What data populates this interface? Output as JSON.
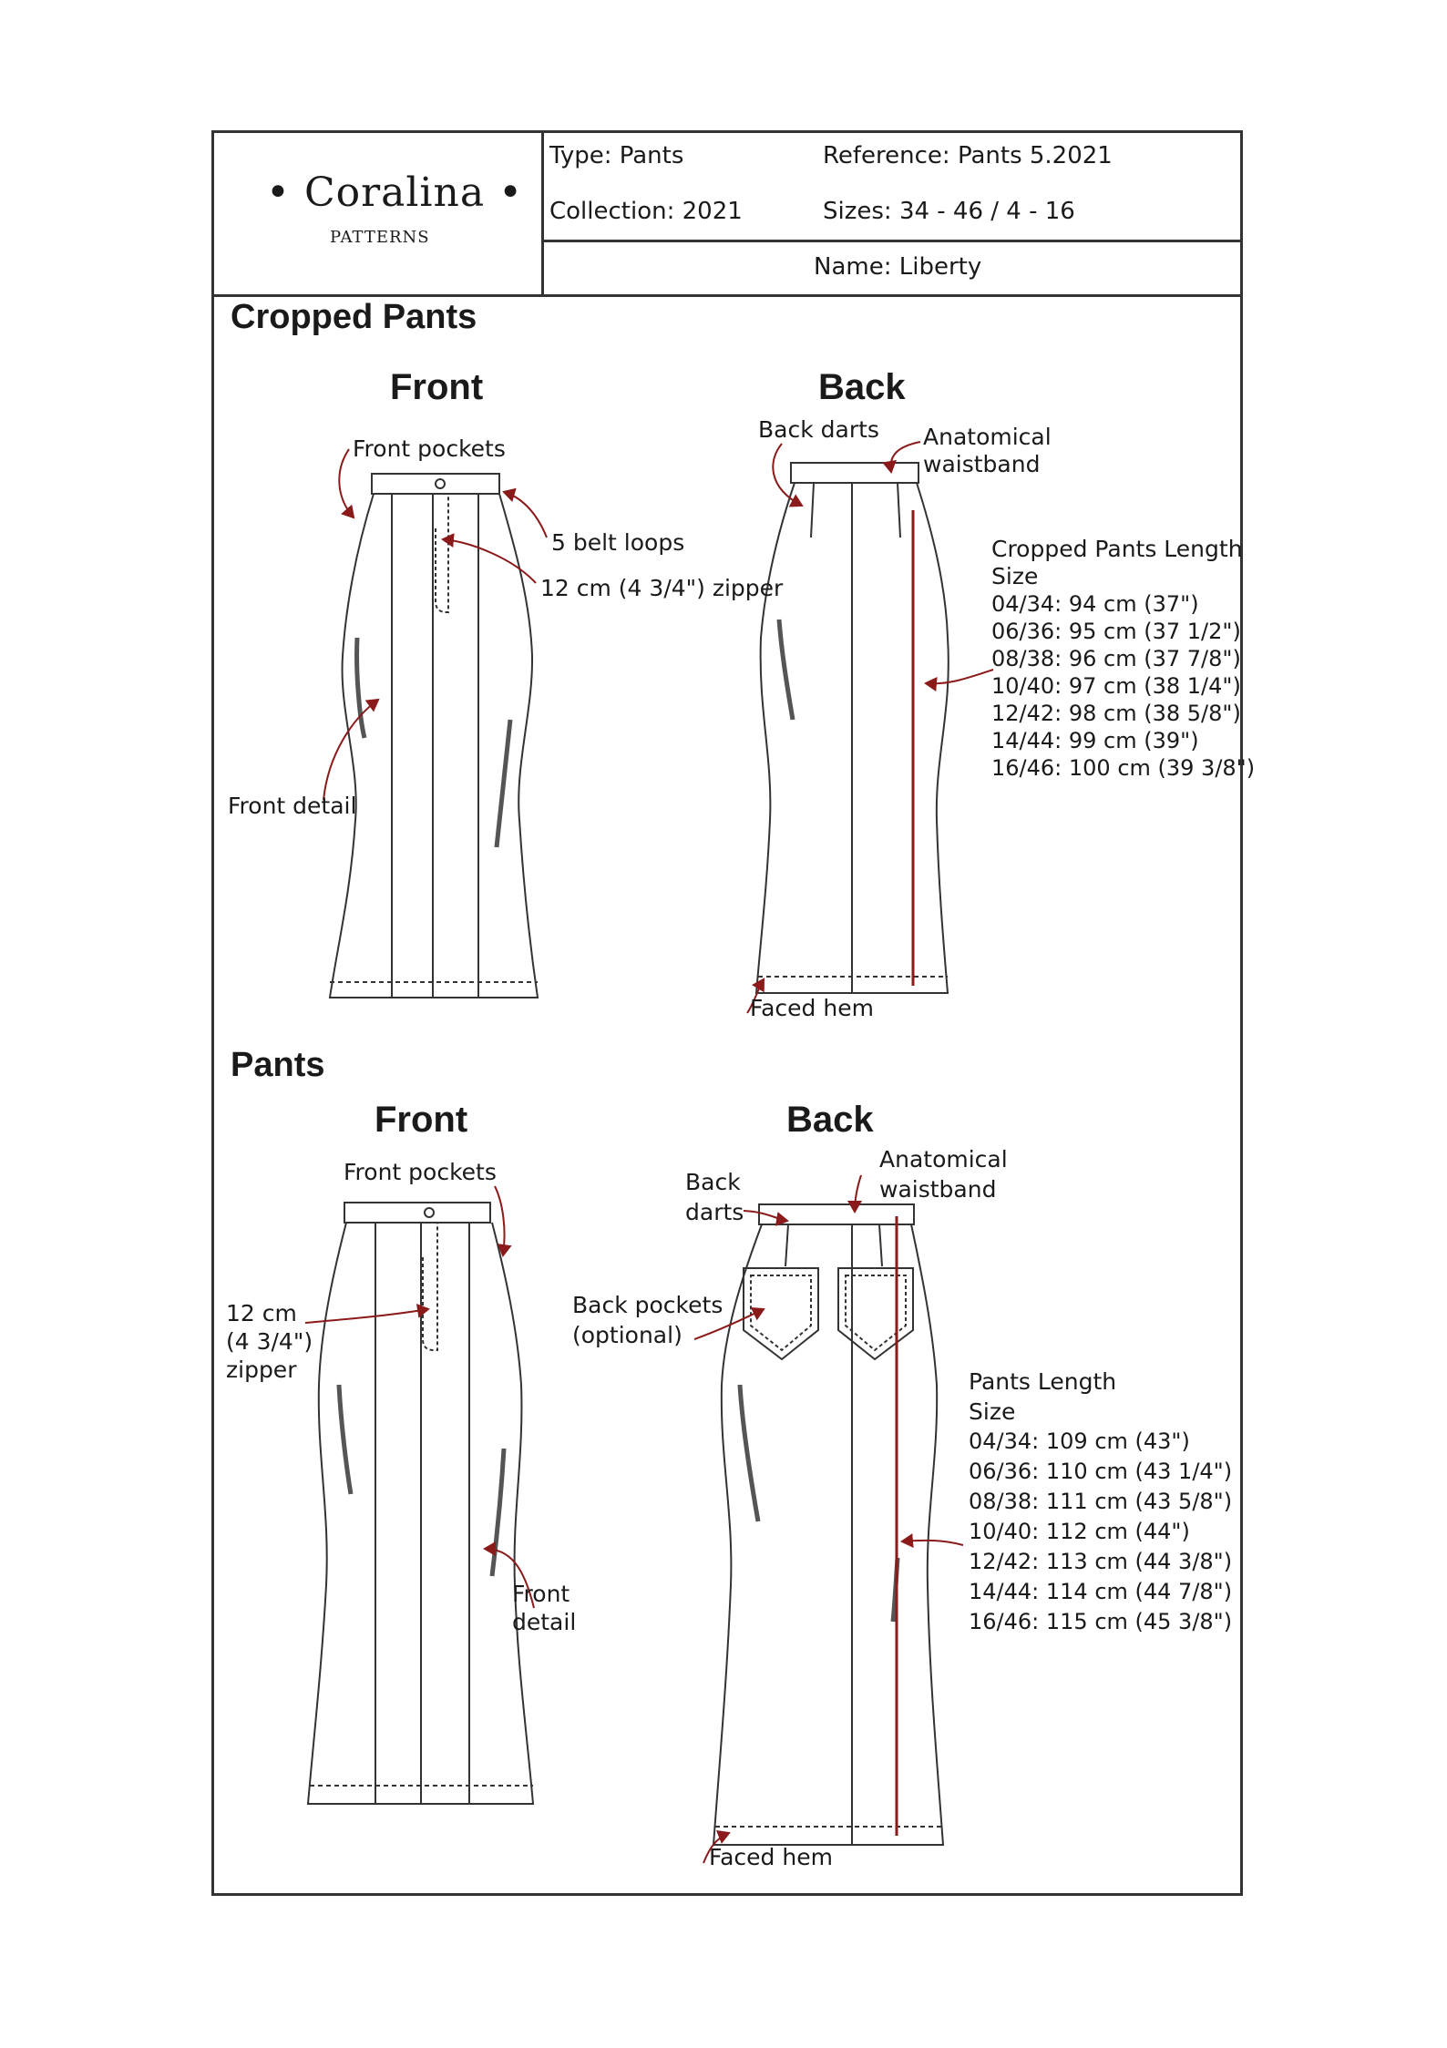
{
  "header": {
    "brand": "• Coralina •",
    "brand_sub": "PATTERNS",
    "type": "Type: Pants",
    "reference": "Reference: Pants 5.2021",
    "collection": "Collection: 2021",
    "sizes": "Sizes: 34 - 46 / 4 - 16",
    "name": "Name: Liberty"
  },
  "cropped": {
    "title": "Cropped Pants",
    "front": {
      "title": "Front",
      "front_pockets": "Front pockets",
      "belt_loops": "5 belt loops",
      "zipper": "12 cm (4 3/4\") zipper",
      "front_detail": "Front detail"
    },
    "back": {
      "title": "Back",
      "back_darts": "Back darts",
      "waistband_1": "Anatomical",
      "waistband_2": "waistband",
      "faced_hem": "Faced hem",
      "length_title": "Cropped Pants Length",
      "size_label": "Size",
      "sizes": [
        "04/34: 94 cm (37\")",
        "06/36: 95 cm (37 1/2\")",
        "08/38: 96 cm (37 7/8\")",
        "10/40: 97 cm (38 1/4\")",
        "12/42: 98 cm (38 5/8\")",
        "14/44: 99 cm (39\")",
        "16/46: 100 cm (39 3/8\")"
      ]
    }
  },
  "pants": {
    "title": "Pants",
    "front": {
      "title": "Front",
      "front_pockets": "Front pockets",
      "zipper_1": "12 cm",
      "zipper_2": "(4 3/4\")",
      "zipper_3": "zipper",
      "front_detail_1": "Front",
      "front_detail_2": "detail"
    },
    "back": {
      "title": "Back",
      "back_darts_1": "Back",
      "back_darts_2": "darts",
      "waistband_1": "Anatomical",
      "waistband_2": "waistband",
      "back_pockets_1": "Back pockets",
      "back_pockets_2": "(optional)",
      "faced_hem": "Faced hem",
      "length_title": "Pants Length",
      "size_label": "Size",
      "sizes": [
        "04/34: 109 cm (43\")",
        "06/36: 110 cm (43 1/4\")",
        "08/38: 111 cm (43 5/8\")",
        "10/40: 112 cm (44\")",
        "12/42: 113 cm (44 3/8\")",
        "14/44: 114 cm (44 7/8\")",
        "16/46: 115 cm (45 3/8\")"
      ]
    }
  },
  "colors": {
    "annotation": "#8b1a1a",
    "line": "#333333"
  }
}
